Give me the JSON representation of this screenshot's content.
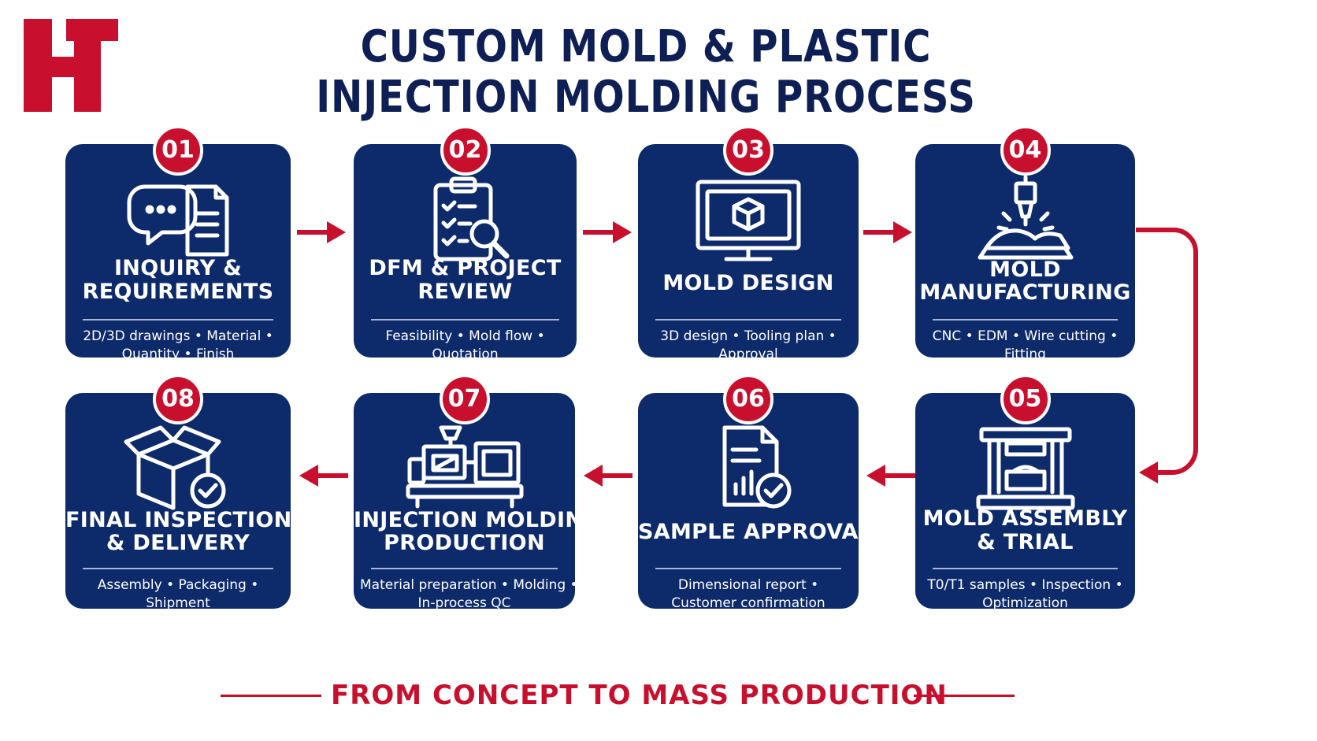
{
  "brand": {
    "logo_text": "HT"
  },
  "title": {
    "line1": "CUSTOM MOLD & PLASTIC",
    "line2": "INJECTION MOLDING PROCESS"
  },
  "colors": {
    "navy": "#0d2a6b",
    "red": "#c8102e",
    "title_navy": "#0d1f55"
  },
  "steps": [
    {
      "number": "01",
      "icon": "chat-document-icon",
      "title_lines": [
        "INQUIRY &",
        "REQUIREMENTS"
      ],
      "desc_lines": [
        "2D/3D drawings • Material •",
        "Quantity • Finish"
      ]
    },
    {
      "number": "02",
      "icon": "clipboard-magnifier-icon",
      "title_lines": [
        "DFM & PROJECT",
        "REVIEW"
      ],
      "desc_lines": [
        "Feasibility • Mold flow •",
        "Quotation"
      ]
    },
    {
      "number": "03",
      "icon": "monitor-cube-icon",
      "title_lines": [
        "MOLD DESIGN"
      ],
      "desc_lines": [
        "3D design • Tooling plan •",
        "Approval"
      ]
    },
    {
      "number": "04",
      "icon": "cnc-machining-icon",
      "title_lines": [
        "MOLD",
        "MANUFACTURING"
      ],
      "desc_lines": [
        "CNC • EDM • Wire cutting •",
        "Fitting"
      ]
    },
    {
      "number": "05",
      "icon": "mold-press-icon",
      "title_lines": [
        "MOLD ASSEMBLY",
        "& TRIAL"
      ],
      "desc_lines": [
        "T0/T1 samples • Inspection •",
        "Optimization"
      ]
    },
    {
      "number": "06",
      "icon": "report-check-icon",
      "title_lines": [
        "SAMPLE APPROVAL"
      ],
      "desc_lines": [
        "Dimensional report •",
        "Customer confirmation"
      ]
    },
    {
      "number": "07",
      "icon": "injection-machine-icon",
      "title_lines": [
        "INJECTION MOLDING",
        "PRODUCTION"
      ],
      "desc_lines": [
        "Material preparation • Molding •",
        "In-process QC"
      ]
    },
    {
      "number": "08",
      "icon": "box-check-icon",
      "title_lines": [
        "FINAL INSPECTION",
        "& DELIVERY"
      ],
      "desc_lines": [
        "Assembly • Packaging •",
        "Shipment"
      ]
    }
  ],
  "footer": {
    "tagline": "FROM CONCEPT TO MASS PRODUCTION"
  }
}
